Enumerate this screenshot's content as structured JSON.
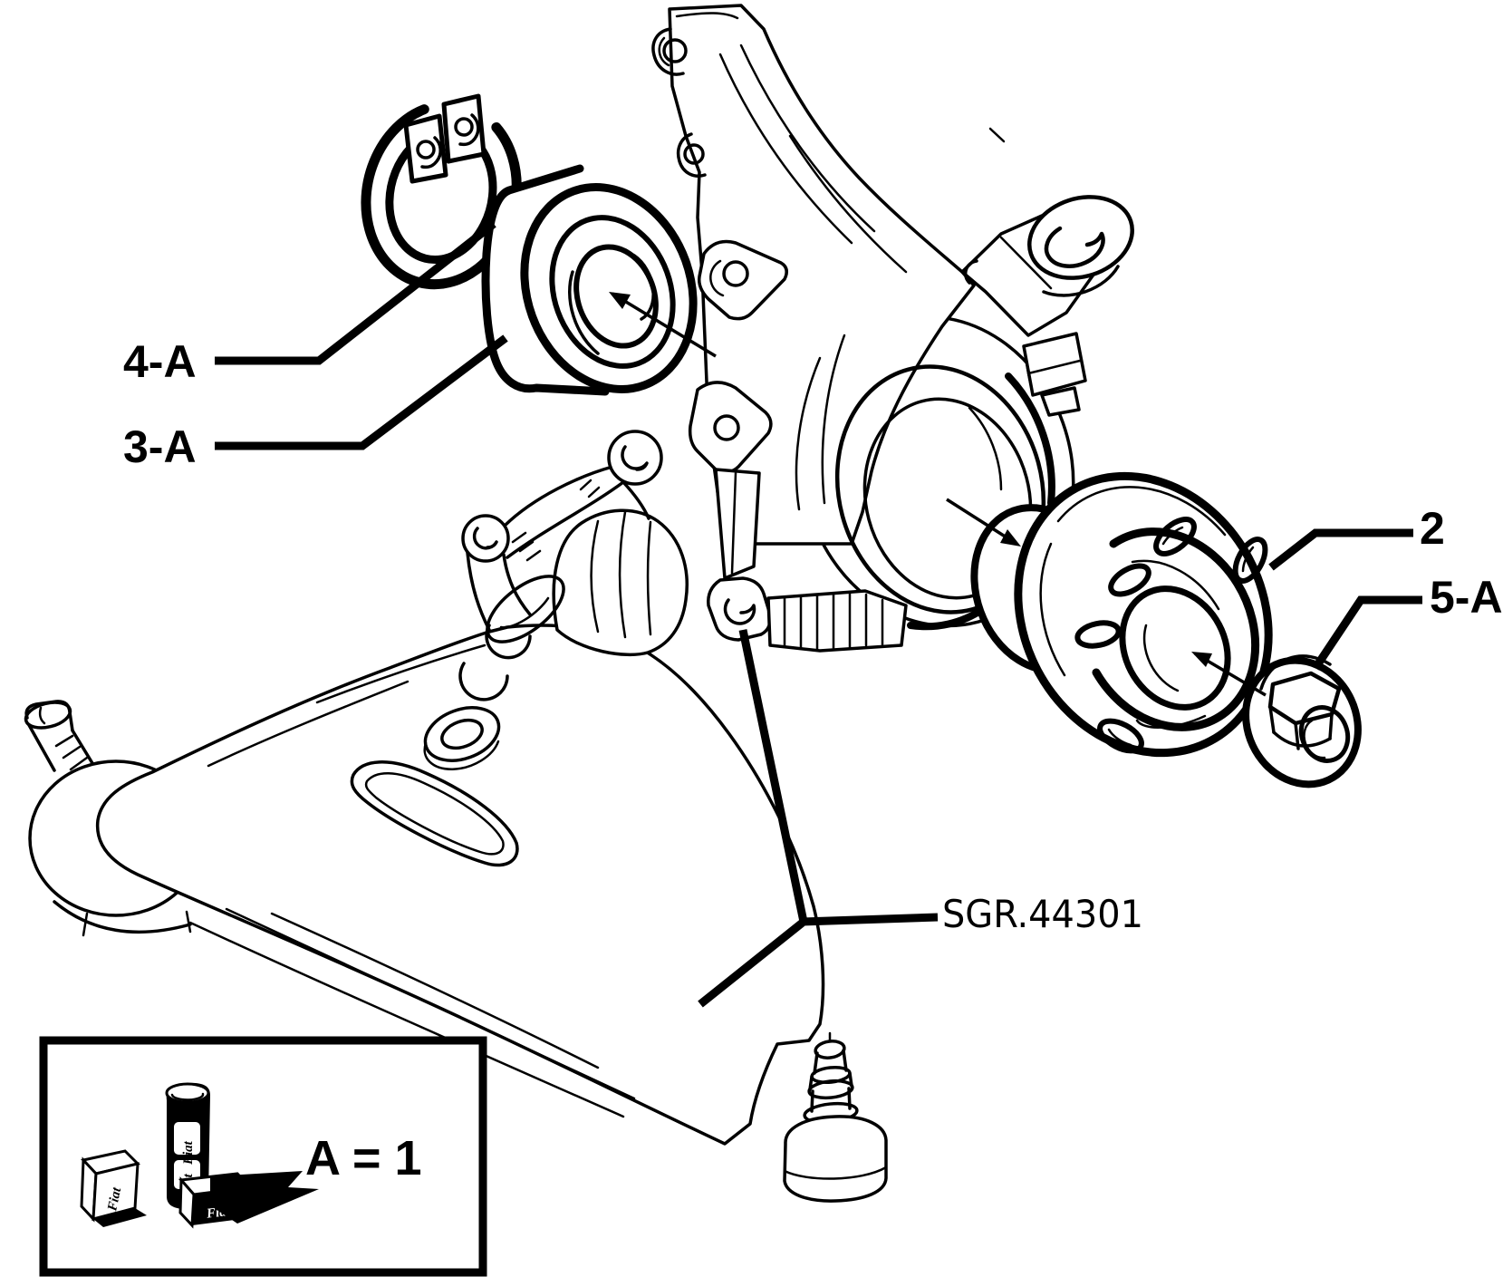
{
  "diagram": {
    "colors": {
      "background": "#ffffff",
      "line": "#000000"
    },
    "callouts": {
      "snap_ring_label": "4-A",
      "bearing_label": "3-A",
      "hub_label": "2",
      "nut_label": "5-A",
      "group_ref": "SGR.44301"
    },
    "legend": {
      "equation": "A = 1",
      "brand": "Fiat"
    }
  }
}
